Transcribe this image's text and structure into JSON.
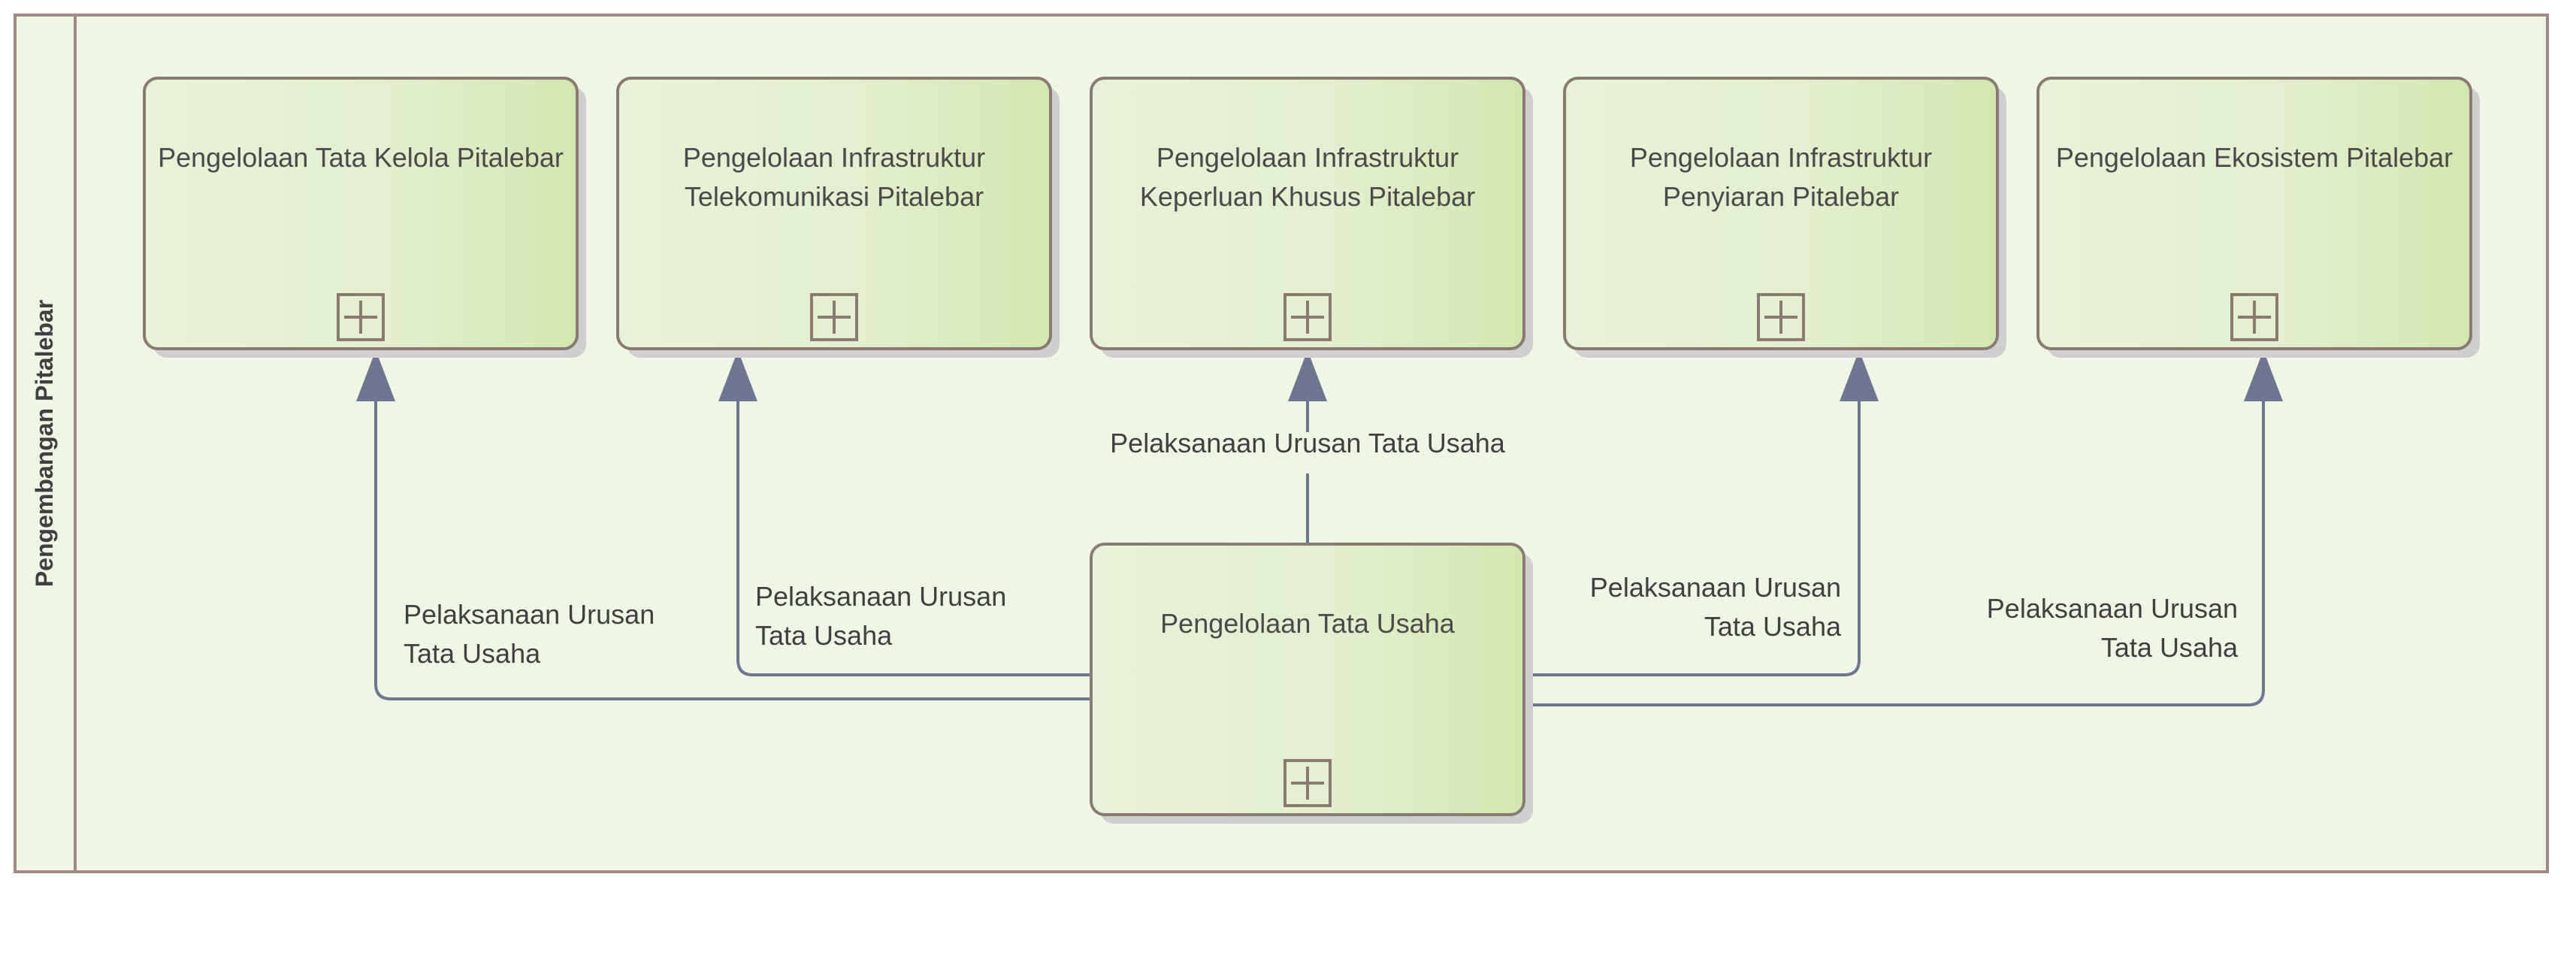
{
  "pool": {
    "lane_label": "Pengembangan Pitalebar"
  },
  "processes": [
    {
      "id": "p1",
      "lines": [
        "Pengelolaan Tata Kelola Pitalebar"
      ]
    },
    {
      "id": "p2",
      "lines": [
        "Pengelolaan Infrastruktur",
        "Telekomunikasi Pitalebar"
      ]
    },
    {
      "id": "p3",
      "lines": [
        "Pengelolaan Infrastruktur",
        "Keperluan Khusus Pitalebar"
      ]
    },
    {
      "id": "p4",
      "lines": [
        "Pengelolaan Infrastruktur",
        "Penyiaran Pitalebar"
      ]
    },
    {
      "id": "p5",
      "lines": [
        "Pengelolaan Ekosistem Pitalebar"
      ]
    },
    {
      "id": "p0",
      "lines": [
        "Pengelolaan Tata Usaha"
      ]
    }
  ],
  "flows": [
    {
      "from": "p0",
      "to": "p1",
      "lines": [
        "Pelaksanaan Urusan",
        "Tata Usaha"
      ]
    },
    {
      "from": "p0",
      "to": "p2",
      "lines": [
        "Pelaksanaan Urusan",
        "Tata Usaha"
      ]
    },
    {
      "from": "p0",
      "to": "p3",
      "lines": [
        "Pelaksanaan Urusan Tata Usaha"
      ]
    },
    {
      "from": "p0",
      "to": "p4",
      "lines": [
        "Pelaksanaan Urusan",
        "Tata Usaha"
      ]
    },
    {
      "from": "p0",
      "to": "p5",
      "lines": [
        "Pelaksanaan Urusan",
        "Tata Usaha"
      ]
    }
  ],
  "colors": {
    "pool_fill": "#f0f6e6",
    "pool_border": "#a08a88",
    "box_gradient_left": "#e8f2d8",
    "box_gradient_right": "#d3e7b0",
    "box_border": "#8a7a72",
    "connector": "#6e7690",
    "text": "#4a4a4a"
  },
  "icons": {
    "subprocess_marker": "plus-square-icon",
    "arrowhead": "triangle-arrow-icon"
  }
}
